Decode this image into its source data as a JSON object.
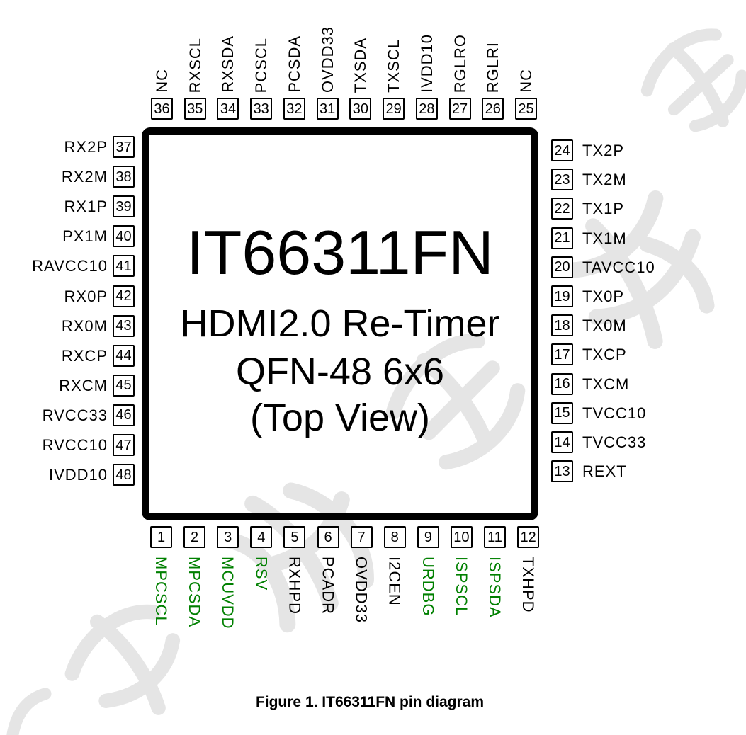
{
  "chip": {
    "title": "IT66311FN",
    "subtitle_lines": [
      "HDMI2.0 Re-Timer",
      "QFN-48 6x6",
      "(Top View)"
    ]
  },
  "caption": "Figure 1. IT66311FN pin diagram",
  "colors": {
    "pin_label_default": "#000000",
    "pin_label_special": "#008000",
    "chip_border": "#000000",
    "watermark": "#e5e5e5"
  },
  "watermark": {
    "style": "gray diagonal calligraphy stamp"
  },
  "pins": {
    "top": [
      {
        "num": "36",
        "label": "NC"
      },
      {
        "num": "35",
        "label": "RXSCL"
      },
      {
        "num": "34",
        "label": "RXSDA"
      },
      {
        "num": "33",
        "label": "PCSCL"
      },
      {
        "num": "32",
        "label": "PCSDA"
      },
      {
        "num": "31",
        "label": "OVDD33"
      },
      {
        "num": "30",
        "label": "TXSDA"
      },
      {
        "num": "29",
        "label": "TXSCL"
      },
      {
        "num": "28",
        "label": "IVDD10"
      },
      {
        "num": "27",
        "label": "RGLRO"
      },
      {
        "num": "26",
        "label": "RGLRI"
      },
      {
        "num": "25",
        "label": "NC"
      }
    ],
    "left": [
      {
        "num": "37",
        "label": "RX2P"
      },
      {
        "num": "38",
        "label": "RX2M"
      },
      {
        "num": "39",
        "label": "RX1P"
      },
      {
        "num": "40",
        "label": "PX1M"
      },
      {
        "num": "41",
        "label": "RAVCC10"
      },
      {
        "num": "42",
        "label": "RX0P"
      },
      {
        "num": "43",
        "label": "RX0M"
      },
      {
        "num": "44",
        "label": "RXCP"
      },
      {
        "num": "45",
        "label": "RXCM"
      },
      {
        "num": "46",
        "label": "RVCC33"
      },
      {
        "num": "47",
        "label": "RVCC10"
      },
      {
        "num": "48",
        "label": "IVDD10"
      }
    ],
    "right": [
      {
        "num": "24",
        "label": "TX2P"
      },
      {
        "num": "23",
        "label": "TX2M"
      },
      {
        "num": "22",
        "label": "TX1P"
      },
      {
        "num": "21",
        "label": "TX1M"
      },
      {
        "num": "20",
        "label": "TAVCC10"
      },
      {
        "num": "19",
        "label": "TX0P"
      },
      {
        "num": "18",
        "label": "TX0M"
      },
      {
        "num": "17",
        "label": "TXCP"
      },
      {
        "num": "16",
        "label": "TXCM"
      },
      {
        "num": "15",
        "label": "TVCC10"
      },
      {
        "num": "14",
        "label": "TVCC33"
      },
      {
        "num": "13",
        "label": "REXT"
      }
    ],
    "bottom": [
      {
        "num": "1",
        "label": "MPCSCL",
        "green": true
      },
      {
        "num": "2",
        "label": "MPCSDA",
        "green": true
      },
      {
        "num": "3",
        "label": "MCUVDD",
        "green": true
      },
      {
        "num": "4",
        "label": "RSV",
        "green": true
      },
      {
        "num": "5",
        "label": "RXHPD",
        "green": false
      },
      {
        "num": "6",
        "label": "PCADR",
        "green": false
      },
      {
        "num": "7",
        "label": "OVDD33",
        "green": false
      },
      {
        "num": "8",
        "label": "I2CEN",
        "green": false
      },
      {
        "num": "9",
        "label": "URDBG",
        "green": true
      },
      {
        "num": "10",
        "label": "ISPSCL",
        "green": true
      },
      {
        "num": "11",
        "label": "ISPSDA",
        "green": true
      },
      {
        "num": "12",
        "label": "TXHPD",
        "green": false
      }
    ]
  }
}
